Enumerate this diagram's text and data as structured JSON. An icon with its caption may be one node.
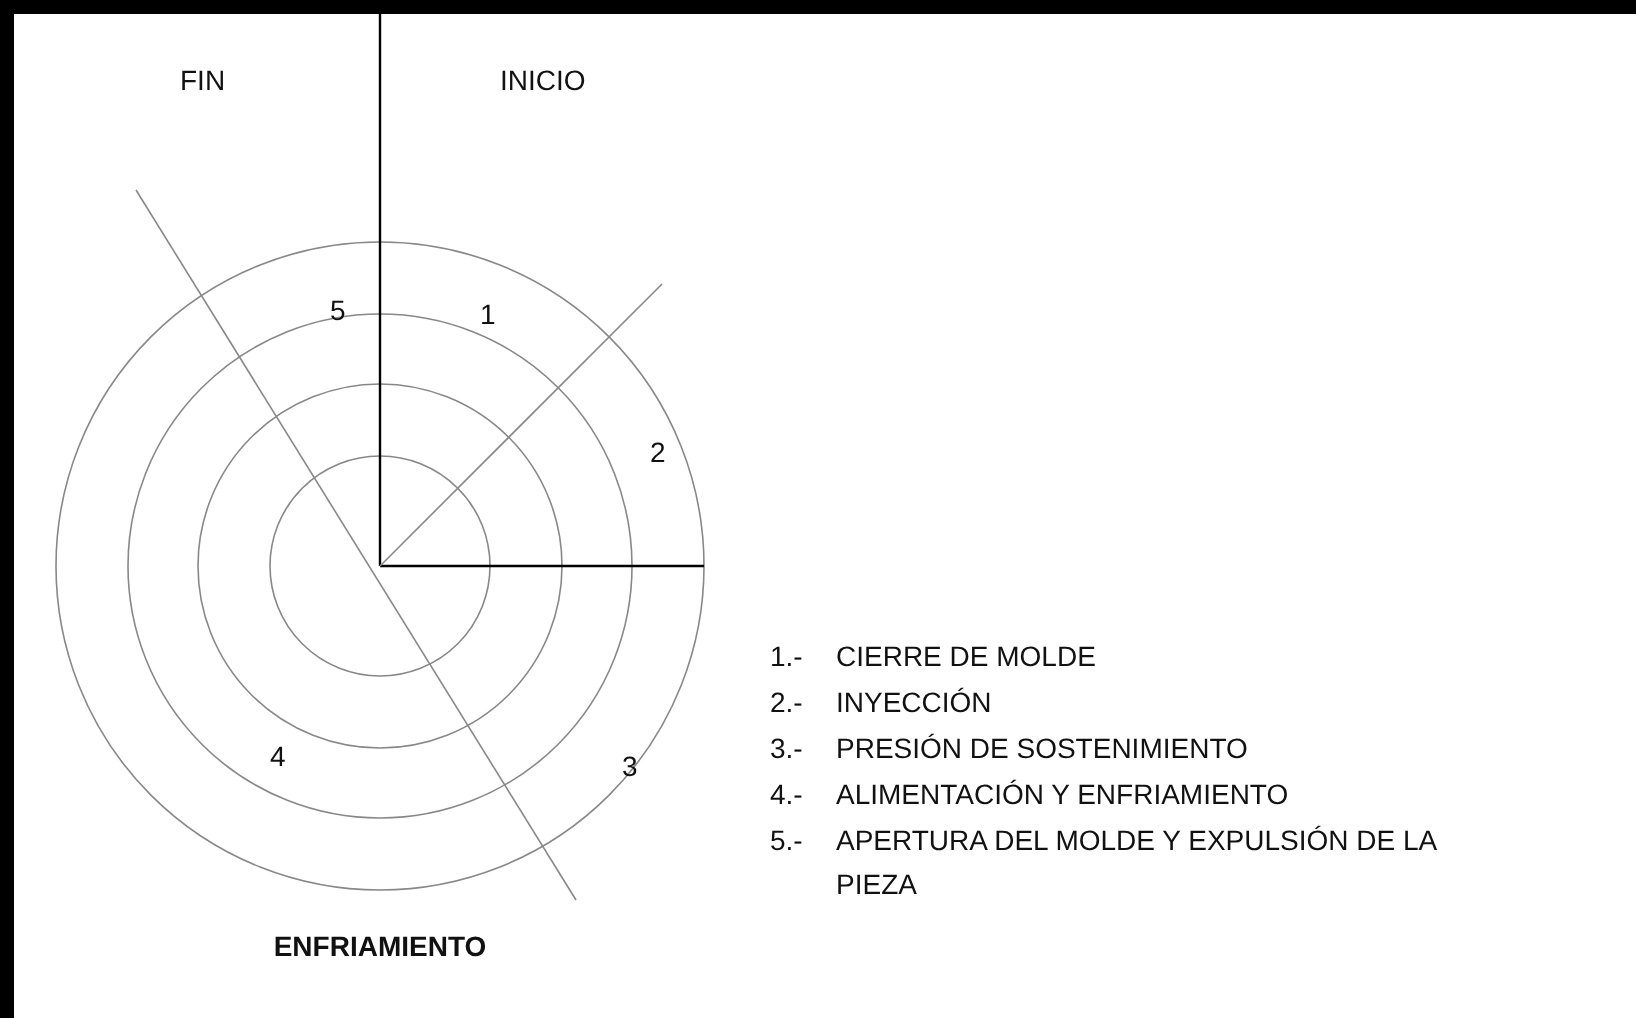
{
  "diagram": {
    "labels": [
      "FIN",
      "INICIO",
      "5",
      "1",
      "2",
      "3",
      "4",
      "ENFRIAMIENTO",
      "1.-",
      "CIERRE DE MOLDE",
      "2.-",
      "INYECCIÓN",
      "3.-",
      "PRESIÓN DE SOSTENIMIENTO",
      "4.-",
      "ALIMENTACIÓN Y ENFRIAMIENTO",
      "5.-",
      "APERTURA DEL MOLDE Y EXPULSIÓN DE LA PIEZA"
    ]
  }
}
